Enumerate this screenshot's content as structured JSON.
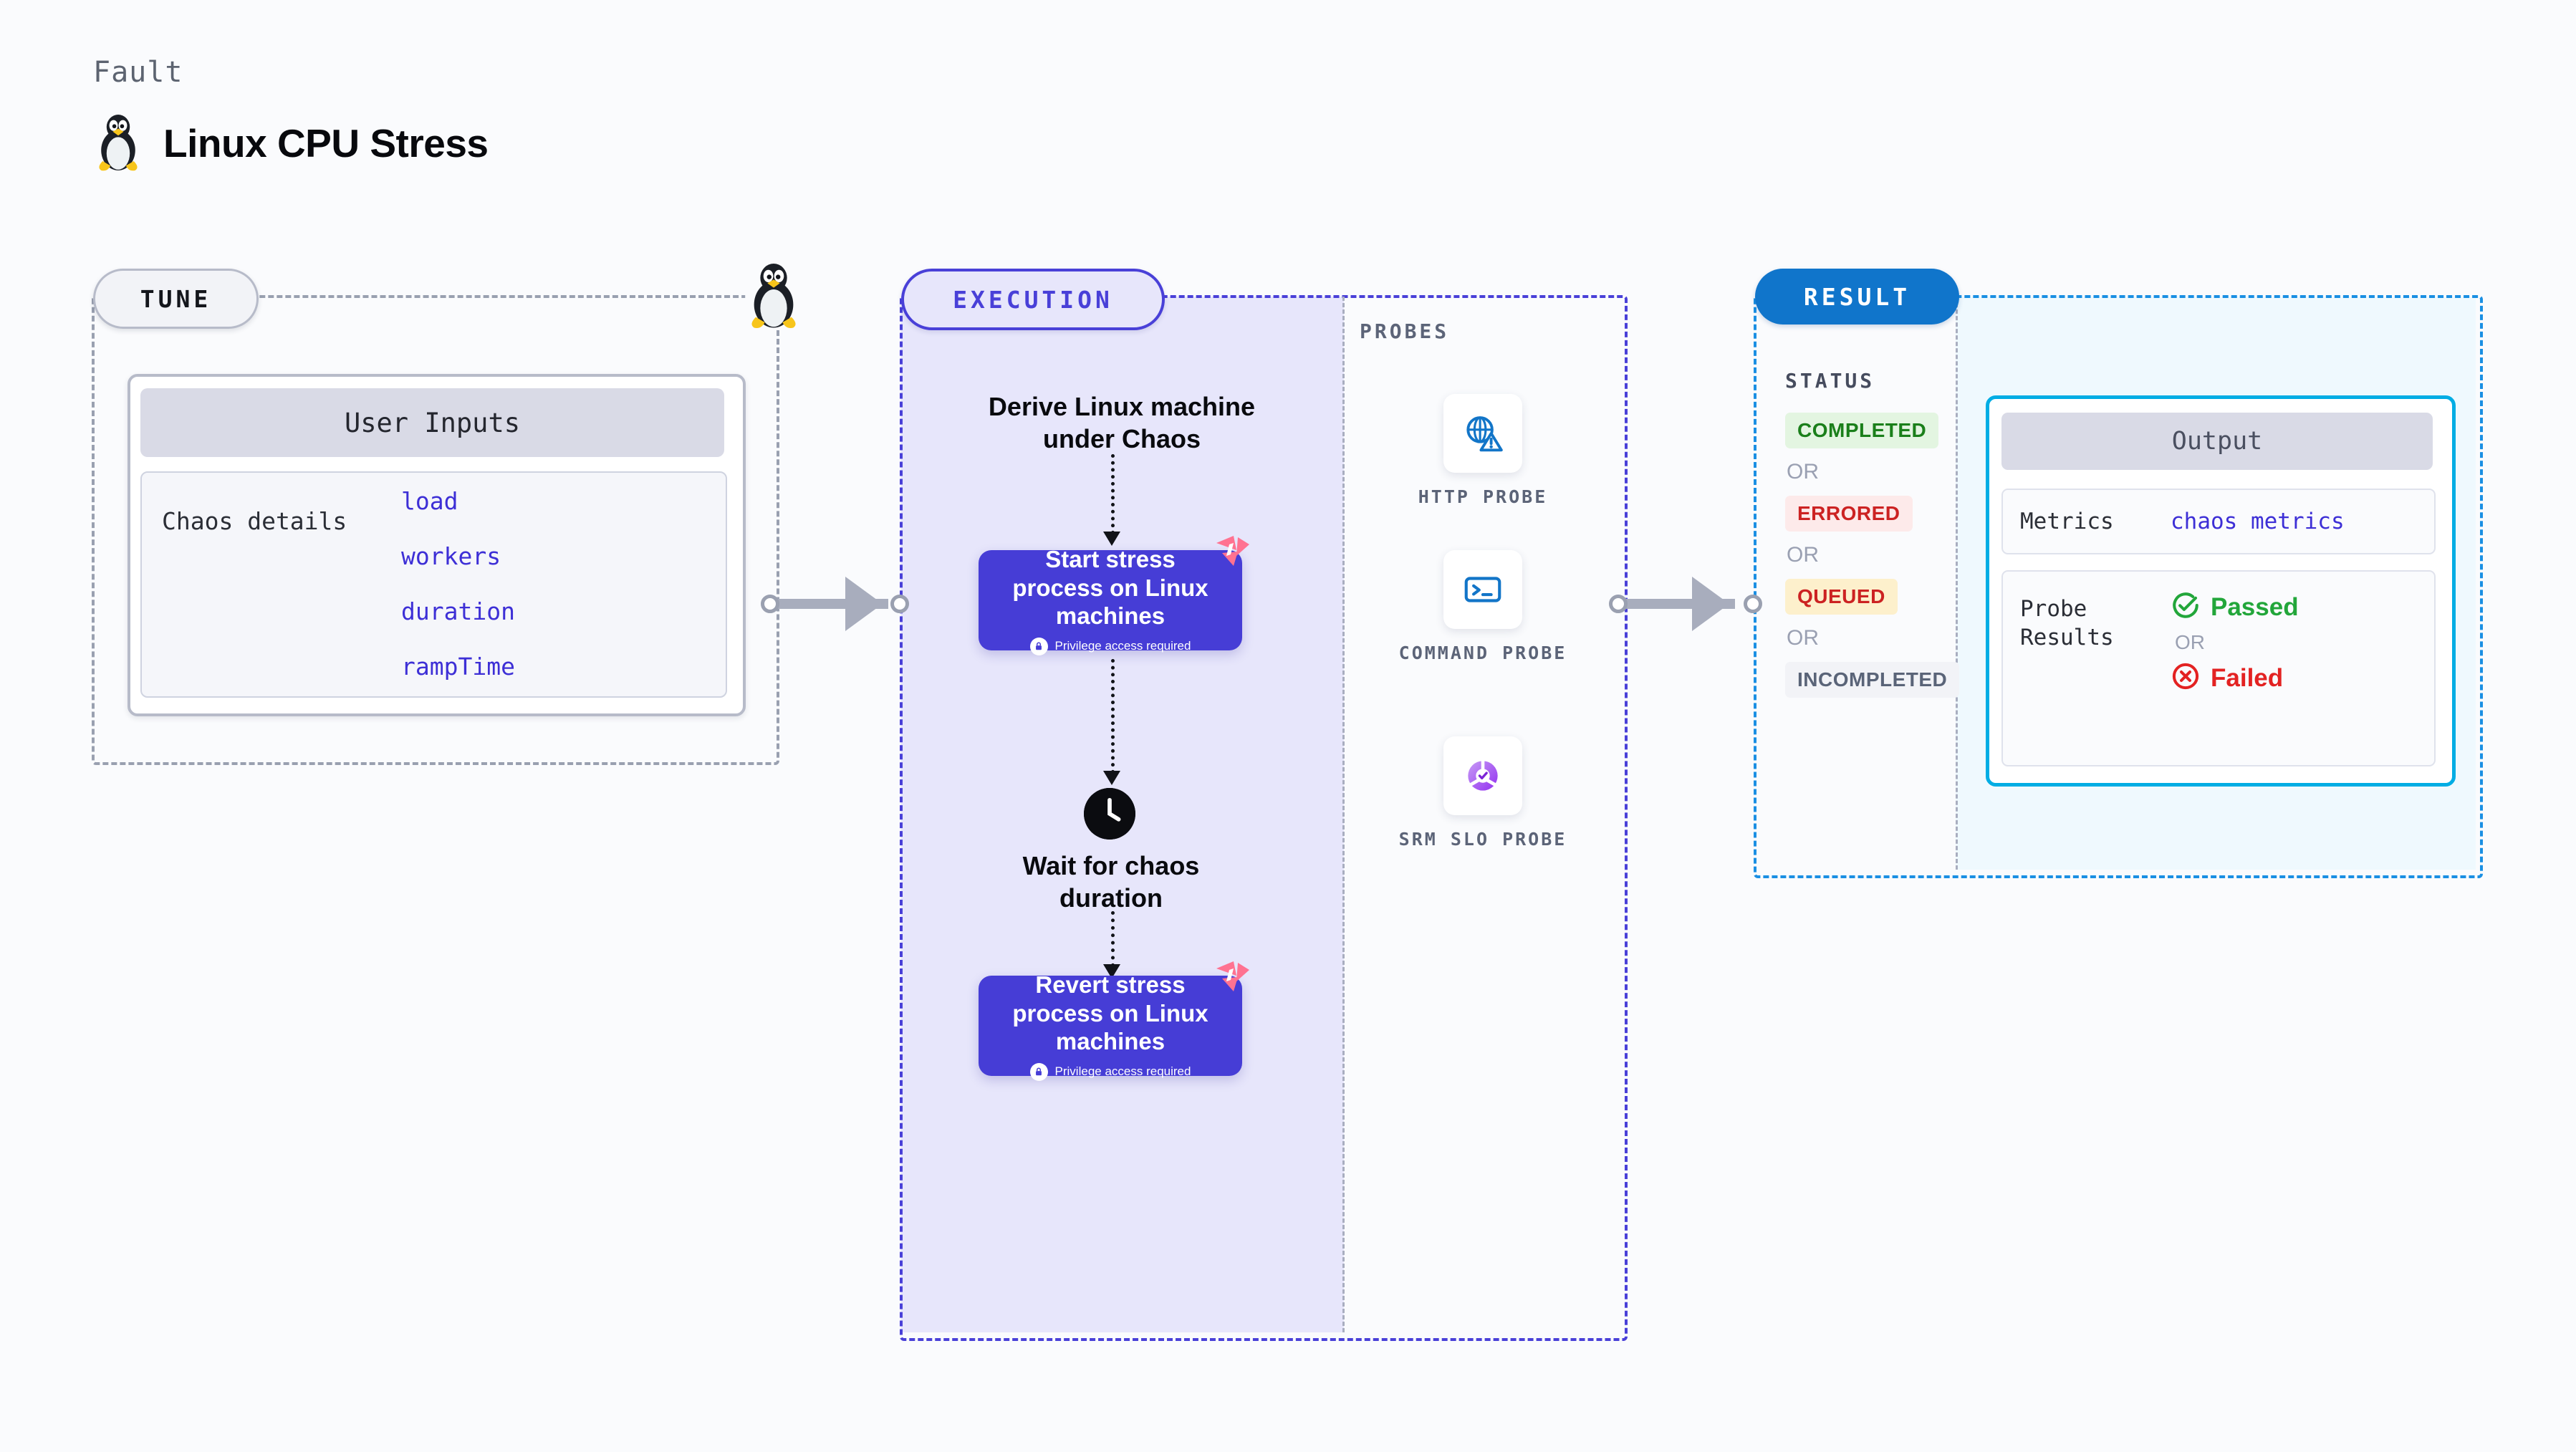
{
  "header": {
    "kicker": "Fault",
    "title": "Linux CPU Stress",
    "icon": "tux-penguin-icon"
  },
  "tune": {
    "pill_label": "TUNE",
    "marker_icon": "tux-penguin-icon",
    "user_inputs_title": "User Inputs",
    "chaos_details_label": "Chaos details",
    "params": [
      "load",
      "workers",
      "duration",
      "rampTime"
    ]
  },
  "execution": {
    "pill_label": "EXECUTION",
    "derive_text": "Derive Linux machine under Chaos",
    "start_card": {
      "title": "Start stress process on Linux machines",
      "privilege_note": "Privilege access required",
      "lock_icon": "lock-icon",
      "brand_icon": "harness-logo-icon"
    },
    "wait_text": "Wait for chaos duration",
    "wait_icon": "clock-icon",
    "revert_card": {
      "title": "Revert stress process on Linux machines",
      "privilege_note": "Privilege access required",
      "lock_icon": "lock-icon",
      "brand_icon": "harness-logo-icon"
    }
  },
  "probes": {
    "label": "PROBES",
    "items": [
      {
        "name": "HTTP PROBE",
        "icon": "globe-warning-icon"
      },
      {
        "name": "COMMAND PROBE",
        "icon": "terminal-icon"
      },
      {
        "name": "SRM SLO PROBE",
        "icon": "slo-donut-check-icon"
      }
    ]
  },
  "result": {
    "pill_label": "RESULT",
    "status_label": "STATUS",
    "or_label": "OR",
    "statuses": [
      {
        "label": "COMPLETED",
        "bg": "#e3f5e1",
        "fg": "#1a7f1a"
      },
      {
        "label": "ERRORED",
        "bg": "#fdeaea",
        "fg": "#cc2222"
      },
      {
        "label": "QUEUED",
        "bg": "#fdf0cc",
        "fg": "#cc2222"
      },
      {
        "label": "INCOMPLETED",
        "bg": "#f2f3f7",
        "fg": "#5a6478"
      }
    ],
    "output": {
      "title": "Output",
      "metrics_label": "Metrics",
      "metrics_value": "chaos metrics",
      "probe_results_label": "Probe Results",
      "passed_label": "Passed",
      "failed_label": "Failed",
      "or_label": "OR",
      "passed_icon": "check-circle-icon",
      "failed_icon": "x-circle-icon",
      "passed_color": "#22a63a",
      "failed_color": "#e32222"
    }
  },
  "colors": {
    "page_bg": "#fafbfd",
    "tune_accent": "#99a0b0",
    "execution_accent": "#4940d8",
    "execution_bg": "#e7e6fb",
    "result_accent": "#1a8fe3",
    "result_bg": "#eff9fe",
    "output_border": "#00ade4",
    "param_text": "#3d2fd6",
    "card_purple": "#463dd6",
    "harness_pink": "#ff7291"
  }
}
